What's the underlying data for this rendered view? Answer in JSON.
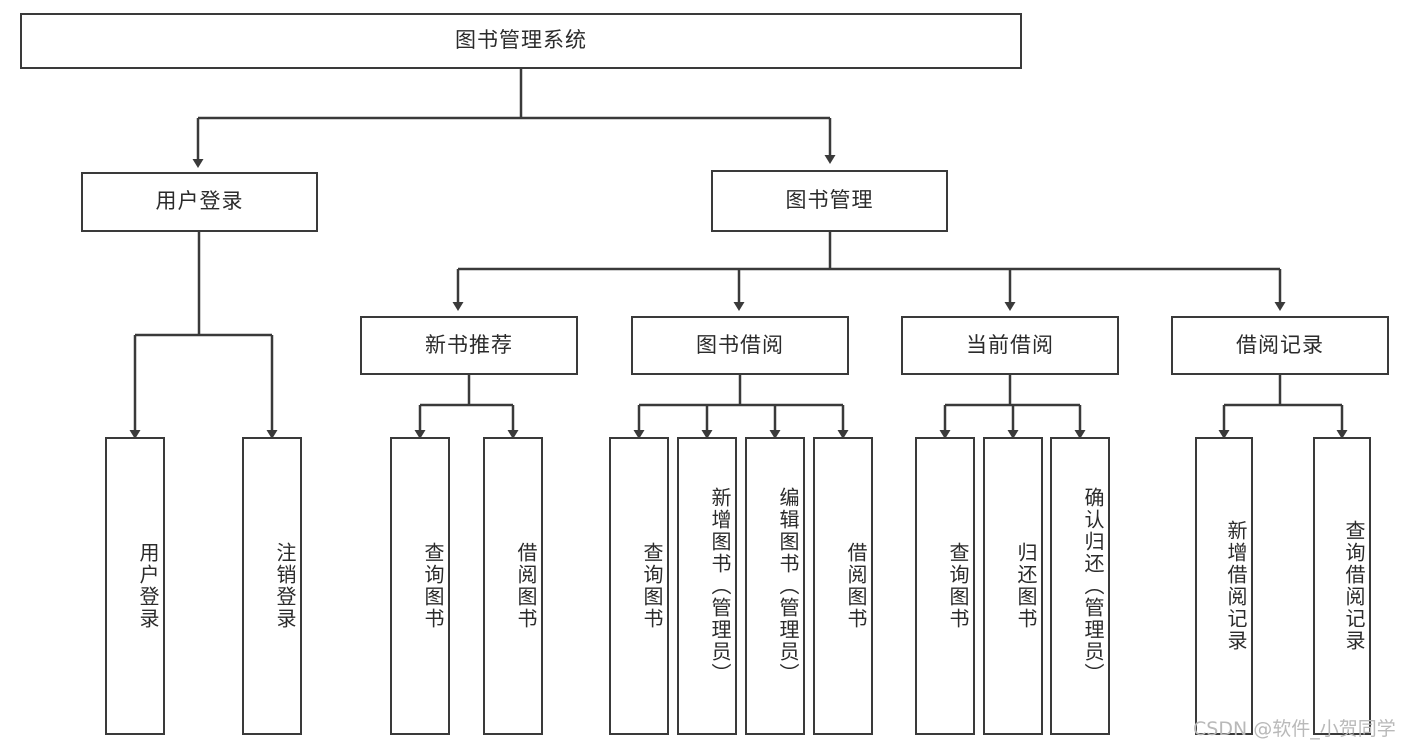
{
  "diagram": {
    "title": "图书管理系统",
    "type": "tree",
    "watermark": "CSDN @软件_小贺同学",
    "colors": {
      "stroke": "#3a3a3a",
      "fill": "#ffffff",
      "text": "#2b2b2b",
      "watermark": "#b9b9b9",
      "background": "#ffffff"
    },
    "nodes": {
      "root": {
        "label": "图书管理系统"
      },
      "level1": [
        {
          "id": "user-login",
          "label": "用户登录"
        },
        {
          "id": "book-manage",
          "label": "图书管理"
        }
      ],
      "level2": [
        {
          "id": "new-book-recommend",
          "label": "新书推荐"
        },
        {
          "id": "book-borrow",
          "label": "图书借阅"
        },
        {
          "id": "current-borrow",
          "label": "当前借阅"
        },
        {
          "id": "borrow-record",
          "label": "借阅记录"
        }
      ],
      "leaves": {
        "user-login": [
          {
            "id": "leaf-user-login",
            "label": "用户登录"
          },
          {
            "id": "leaf-logout-login",
            "label": "注销登录"
          }
        ],
        "new-book-recommend": [
          {
            "id": "leaf-query-book-1",
            "label": "查询图书"
          },
          {
            "id": "leaf-borrow-book-1",
            "label": "借阅图书"
          }
        ],
        "book-borrow": [
          {
            "id": "leaf-query-book-2",
            "label": "查询图书"
          },
          {
            "id": "leaf-add-book",
            "label": "新增图书（管理员）"
          },
          {
            "id": "leaf-edit-book",
            "label": "编辑图书（管理员）"
          },
          {
            "id": "leaf-borrow-book-2",
            "label": "借阅图书"
          }
        ],
        "current-borrow": [
          {
            "id": "leaf-query-book-3",
            "label": "查询图书"
          },
          {
            "id": "leaf-return-book",
            "label": "归还图书"
          },
          {
            "id": "leaf-confirm-return",
            "label": "确认归还（管理员）"
          }
        ],
        "borrow-record": [
          {
            "id": "leaf-add-record",
            "label": "新增借阅记录"
          },
          {
            "id": "leaf-query-record",
            "label": "查询借阅记录"
          }
        ]
      }
    }
  }
}
